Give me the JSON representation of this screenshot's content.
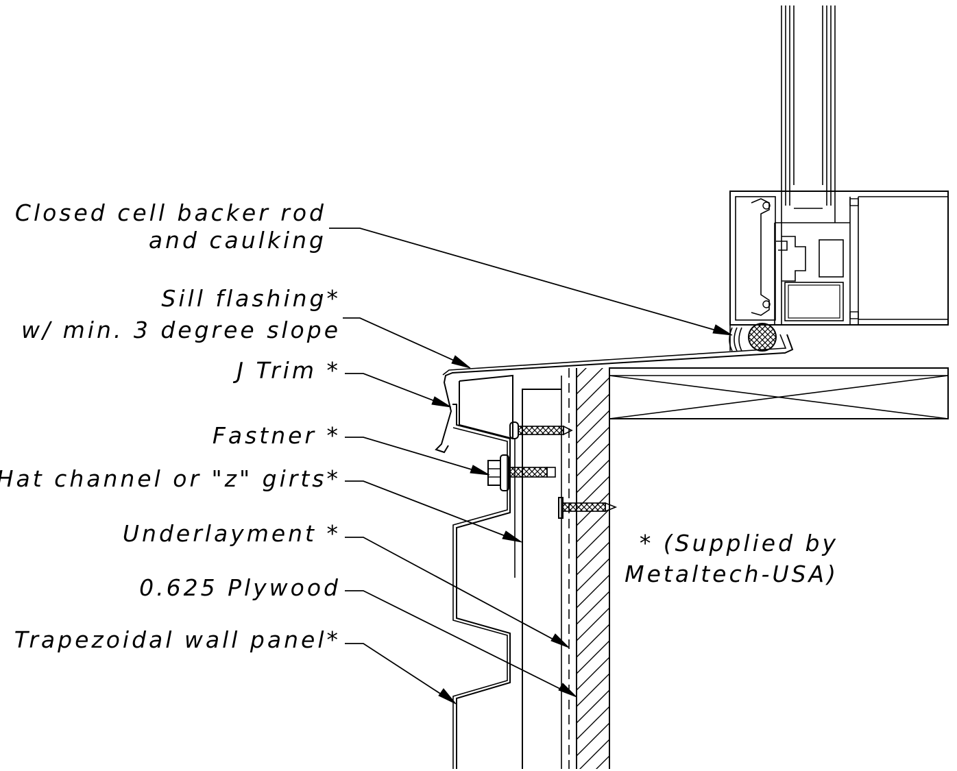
{
  "callouts": [
    {
      "id": "backer-rod",
      "lines": [
        "Closed cell backer rod",
        "and caulking"
      ]
    },
    {
      "id": "sill-flashing",
      "lines": [
        "Sill flashing*",
        "w/ min. 3 degree slope"
      ]
    },
    {
      "id": "j-trim",
      "lines": [
        "J Trim *"
      ]
    },
    {
      "id": "fastner",
      "lines": [
        "Fastner *"
      ]
    },
    {
      "id": "hat-channel",
      "lines": [
        "Hat channel or \"z\" girts*"
      ]
    },
    {
      "id": "underlayment",
      "lines": [
        "Underlayment *"
      ]
    },
    {
      "id": "plywood",
      "lines": [
        "0.625 Plywood"
      ]
    },
    {
      "id": "wall-panel",
      "lines": [
        "Trapezoidal wall panel*"
      ]
    }
  ],
  "note": [
    "* (Supplied by",
    "Metaltech-USA)"
  ]
}
